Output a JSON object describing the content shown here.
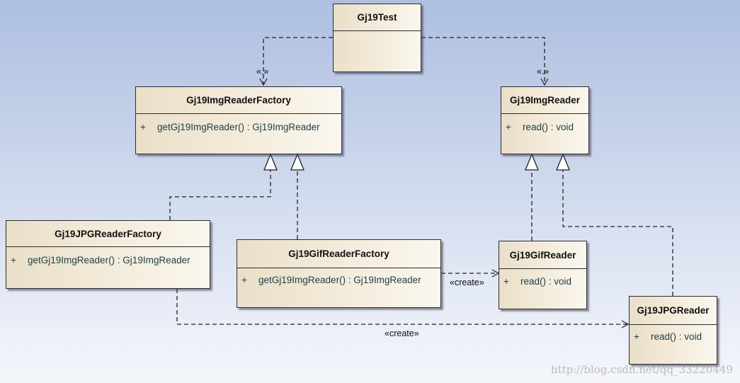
{
  "classes": {
    "test": {
      "name": "Gj19Test"
    },
    "img_reader_factory": {
      "name": "Gj19ImgReaderFactory",
      "op_visibility": "+",
      "op": "getGj19ImgReader() : Gj19ImgReader"
    },
    "img_reader": {
      "name": "Gj19ImgReader",
      "op_visibility": "+",
      "op": "read() : void"
    },
    "jpg_reader_factory": {
      "name": "Gj19JPGReaderFactory",
      "op_visibility": "+",
      "op": "getGj19ImgReader() : Gj19ImgReader"
    },
    "gif_reader_factory": {
      "name": "Gj19GifReaderFactory",
      "op_visibility": "+",
      "op": "getGj19ImgReader() : Gj19ImgReader"
    },
    "gif_reader": {
      "name": "Gj19GifReader",
      "op_visibility": "+",
      "op": "read() : void"
    },
    "jpg_reader": {
      "name": "Gj19JPGReader",
      "op_visibility": "+",
      "op": "read() : void"
    }
  },
  "edge_labels": {
    "use_factory": "«.»",
    "use_reader": "«.»",
    "create_gif": "«create»",
    "create_jpg": "«create»"
  },
  "watermark": "http://blog.csdn.net/qq_33220449",
  "colors": {
    "background_top": "#aebfe0",
    "background_bottom": "#f4f6fb",
    "class_fill": "#f4ecdc",
    "class_border": "#2b2b2b",
    "operation_text": "#1d3e48"
  }
}
